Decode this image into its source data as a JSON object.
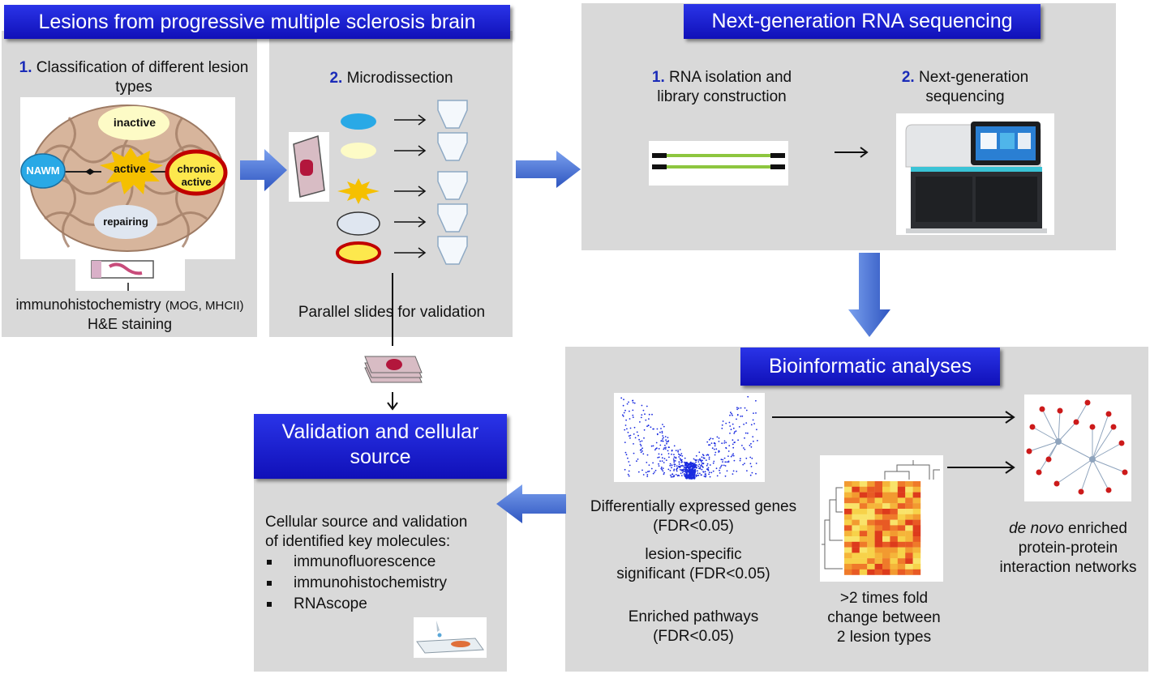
{
  "sections": {
    "lesions": {
      "title": "Lesions from progressive multiple sclerosis brain",
      "step1_num": "1.",
      "step1_text": "Classification of different lesion types",
      "brain_labels": {
        "inactive": "inactive",
        "nawm": "NAWM",
        "active": "active",
        "chronic_active_1": "chronic",
        "chronic_active_2": "active",
        "repairing": "repairing"
      },
      "staining_line1": "immunohistochemistry",
      "staining_line1_small": "(MOG,  MHCII)",
      "staining_line2": "H&E staining",
      "step2_num": "2.",
      "step2_text": "Microdissection",
      "parallel_slides": "Parallel slides for validation"
    },
    "ngs": {
      "title": "Next-generation RNA sequencing",
      "step1_num": "1.",
      "step1_text_a": "RNA  isolation and",
      "step1_text_b": "library construction",
      "step2_num": "2.",
      "step2_text_a": "Next-generation",
      "step2_text_b": "sequencing"
    },
    "bioinformatics": {
      "title": "Bioinformatic analyses",
      "deg_a": "Differentially expressed genes",
      "deg_b": "(FDR<0.05)",
      "lesion_specific_a": "lesion-specific",
      "lesion_specific_b": "significant (FDR<0.05)",
      "pathways_a": "Enriched pathways",
      "pathways_b": "(FDR<0.05)",
      "fold_a": ">2 times fold",
      "fold_b": "change between",
      "fold_c": "2 lesion types",
      "network_italic": "de novo",
      "network_a": " enriched",
      "network_b": "protein-protein",
      "network_c": "interaction networks"
    },
    "validation": {
      "title_a": "Validation and cellular",
      "title_b": "source",
      "intro_a": "Cellular source and validation",
      "intro_b": "of identified key molecules:",
      "methods": [
        "immunofluorescence",
        "immunohistochemistry",
        "RNAscope"
      ]
    }
  },
  "colors": {
    "title_bar": "#1a1ad0",
    "panel_gray": "#d9d9d9",
    "arrow_blue": "#3f6fd8",
    "number_blue": "#1a2bb8",
    "lesion_nawm": "#29a9e6",
    "lesion_inactive": "#fdfbc6",
    "lesion_active": "#f5c000",
    "lesion_chronic_border": "#c00000",
    "lesion_repairing": "#dfe6f0"
  }
}
